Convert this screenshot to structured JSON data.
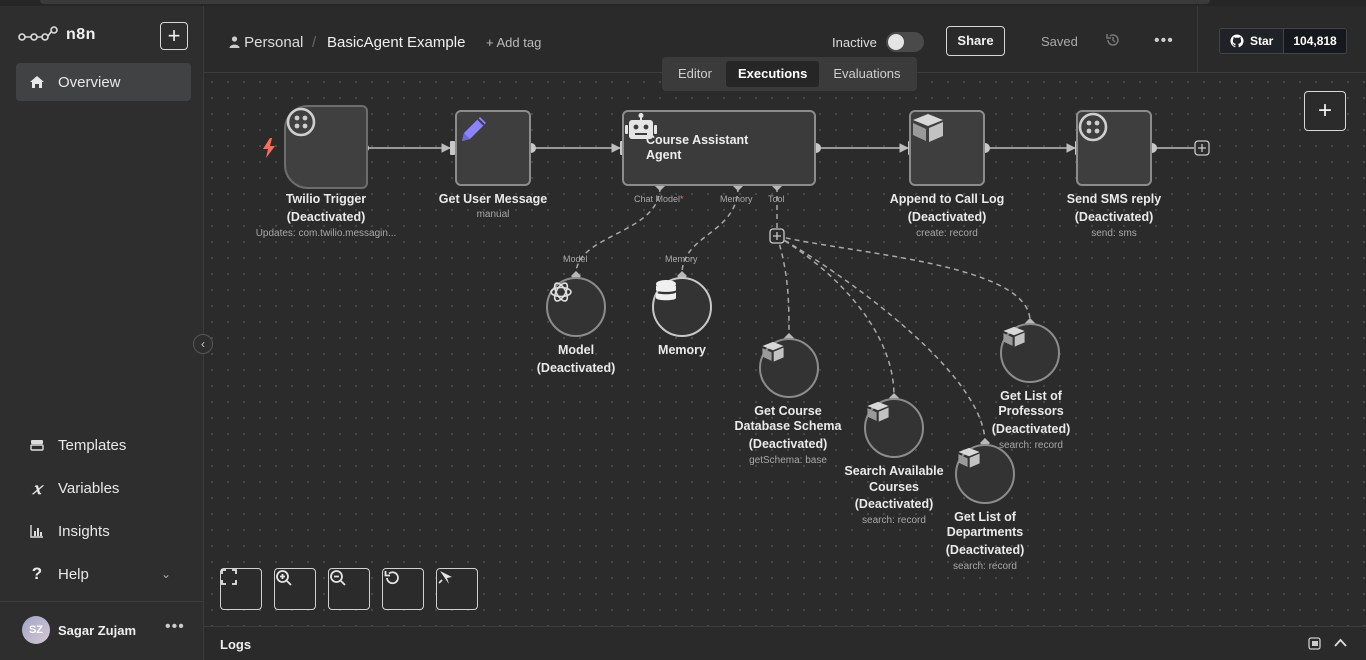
{
  "app": {
    "name": "n8n"
  },
  "sidebar": {
    "items": [
      {
        "label": "Overview",
        "icon": "home-icon"
      },
      {
        "label": "Templates",
        "icon": "templates-icon"
      },
      {
        "label": "Variables",
        "icon": "variables-icon"
      },
      {
        "label": "Insights",
        "icon": "insights-icon"
      },
      {
        "label": "Help",
        "icon": "help-icon"
      }
    ],
    "user": {
      "initials": "SZ",
      "name": "Sagar Zujam"
    }
  },
  "header": {
    "project": "Personal",
    "workflow": "BasicAgent Example",
    "add_tag": "+ Add tag",
    "status": "Inactive",
    "share": "Share",
    "saved": "Saved",
    "github_star": "Star",
    "github_count": "104,818"
  },
  "tabs": [
    {
      "label": "Editor"
    },
    {
      "label": "Executions",
      "active": true
    },
    {
      "label": "Evaluations"
    }
  ],
  "nodes": {
    "twilio_trigger": {
      "title": "Twilio Trigger",
      "state": "(Deactivated)",
      "subtitle": "Updates: com.twilio.messagin..."
    },
    "get_user_message": {
      "title": "Get User Message",
      "subtitle": "manual"
    },
    "agent": {
      "title1": "Course Assistant",
      "title2": "Agent",
      "handle_chat": "Chat Model",
      "handle_memory": "Memory",
      "handle_tool": "Tool"
    },
    "append_log": {
      "title": "Append to Call Log",
      "state": "(Deactivated)",
      "subtitle": "create: record"
    },
    "send_sms": {
      "title": "Send SMS reply",
      "state": "(Deactivated)",
      "subtitle": "send: sms"
    },
    "model": {
      "handle": "Model",
      "title": "Model",
      "state": "(Deactivated)"
    },
    "memory": {
      "handle": "Memory",
      "title": "Memory"
    },
    "get_schema": {
      "title1": "Get Course",
      "title2": "Database Schema",
      "state": "(Deactivated)",
      "subtitle": "getSchema: base"
    },
    "search_courses": {
      "title1": "Search Available",
      "title2": "Courses",
      "state": "(Deactivated)",
      "subtitle": "search: record"
    },
    "get_departments": {
      "title1": "Get List of",
      "title2": "Departments",
      "state": "(Deactivated)",
      "subtitle": "search: record"
    },
    "get_professors": {
      "title1": "Get List of",
      "title2": "Professors",
      "state": "(Deactivated)",
      "subtitle": "search: record"
    }
  },
  "logs": {
    "label": "Logs"
  },
  "colors": {
    "trigger": "#ff6d5a",
    "node_border": "#8c8c8c",
    "accent": "#8b83ff"
  }
}
